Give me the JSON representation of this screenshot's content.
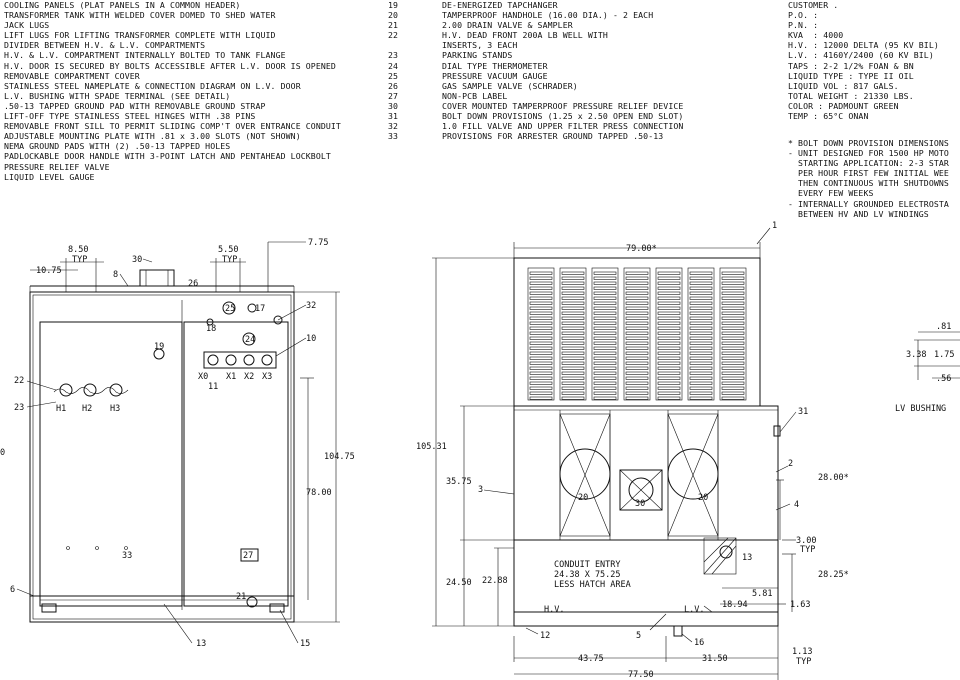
{
  "notes_left": [
    "COOLING PANELS (PLAT PANELS IN A COMMON HEADER)",
    "TRANSFORMER TANK WITH WELDED COVER DOMED TO SHED WATER",
    "JACK LUGS",
    "LIFT LUGS FOR LIFTING TRANSFORMER COMPLETE WITH LIQUID",
    "DIVIDER BETWEEN H.V. & L.V. COMPARTMENTS",
    "H.V. & L.V. COMPARTMENT INTERNALLY BOLTED TO TANK FLANGE",
    "H.V. DOOR IS SECURED BY BOLTS ACCESSIBLE AFTER L.V. DOOR IS OPENED",
    "REMOVABLE COMPARTMENT COVER",
    "STAINLESS STEEL NAMEPLATE & CONNECTION DIAGRAM ON L.V. DOOR",
    "L.V. BUSHING WITH SPADE TERMINAL (SEE DETAIL)",
    ".50-13 TAPPED GROUND PAD WITH REMOVABLE GROUND STRAP",
    "LIFT-OFF TYPE STAINLESS STEEL HINGES WITH .38 PINS",
    "REMOVABLE FRONT SILL TO PERMIT SLIDING COMP'T OVER ENTRANCE CONDUIT",
    "ADJUSTABLE MOUNTING PLATE WITH .81 x 3.00 SLOTS (NOT SHOWN)",
    "NEMA GROUND PADS WITH (2) .50-13 TAPPED HOLES",
    "PADLOCKABLE DOOR HANDLE WITH 3-POINT LATCH AND PENTAHEAD LOCKBOLT",
    "PRESSURE RELIEF VALVE",
    "LIQUID LEVEL GAUGE"
  ],
  "notes_mid": [
    {
      "num": "19",
      "text": "DE-ENERGIZED TAPCHANGER"
    },
    {
      "num": "20",
      "text": "TAMPERPROOF HANDHOLE (16.00 DIA.) - 2 EACH"
    },
    {
      "num": "21",
      "text": "2.00 DRAIN VALVE & SAMPLER"
    },
    {
      "num": "22",
      "text": "H.V. DEAD FRONT 200A LB WELL WITH"
    },
    {
      "num": "",
      "text": "INSERTS, 3 EACH"
    },
    {
      "num": "23",
      "text": "PARKING STANDS"
    },
    {
      "num": "24",
      "text": "DIAL TYPE THERMOMETER"
    },
    {
      "num": "25",
      "text": "PRESSURE VACUUM GAUGE"
    },
    {
      "num": "26",
      "text": "GAS SAMPLE VALVE (SCHRADER)"
    },
    {
      "num": "27",
      "text": "NON-PCB LABEL"
    },
    {
      "num": "30",
      "text": "COVER MOUNTED TAMPERPROOF PRESSURE RELIEF DEVICE"
    },
    {
      "num": "31",
      "text": "BOLT DOWN PROVISIONS (1.25 x 2.50 OPEN END SLOT)"
    },
    {
      "num": "32",
      "text": "1.0 FILL VALVE AND UPPER FILTER PRESS CONNECTION"
    },
    {
      "num": "33",
      "text": "PROVISIONS FOR ARRESTER GROUND TAPPED .50-13"
    }
  ],
  "specs": [
    "CUSTOMER .",
    "P.O. :",
    "P.N. :",
    "KVA  : 4000",
    "H.V. : 12000 DELTA (95 KV BIL)",
    "L.V. : 4160Y/2400 (60 KV BIL)",
    "TAPS : 2-2 1/2% FOAN & BN",
    "LIQUID TYPE : TYPE II OIL",
    "LIQUID VOL : 817 GALS.",
    "TOTAL WEIGHT : 21330 LBS.",
    "COLOR : PADMOUNT GREEN",
    "TEMP : 65°C ONAN"
  ],
  "remarks": [
    "* BOLT DOWN PROVISION DIMENSIONS",
    "- UNIT DESIGNED FOR 1500 HP MOTO",
    "  STARTING APPLICATION: 2-3 STAR",
    "  PER HOUR FIRST FEW INITIAL WEE",
    "  THEN CONTINUOUS WITH SHUTDOWNS",
    "  EVERY FEW WEEKS",
    "- INTERNALLY GROUNDED ELECTROSTA",
    "  BETWEEN HV AND LV WINDINGS"
  ],
  "front_view": {
    "dim_850": "8.50",
    "dim_850_typ": "TYP",
    "dim_550": "5.50",
    "dim_550_typ": "TYP",
    "dim_775": "7.75",
    "dim_1075": "10.75",
    "dim_10475": "104.75",
    "dim_7800": "78.00",
    "hv_bushings": [
      "H1",
      "H2",
      "H3"
    ],
    "lv_bushings": [
      "X0",
      "X1",
      "X2",
      "X3"
    ],
    "callouts": [
      "30",
      "8",
      "26",
      "25",
      "17",
      "32",
      "18",
      "24",
      "10",
      "19",
      "11",
      "22",
      "23",
      "33",
      "27",
      "6",
      "21",
      "13",
      "15"
    ],
    "left_edge_dim": "0"
  },
  "side_view": {
    "dim_7900": "79.00*",
    "dim_10531": "105.31",
    "dim_3575": "35.75",
    "dim_2450": "24.50",
    "dim_2288": "22.88",
    "dim_2800": "28.00*",
    "dim_2825": "28.25*",
    "dim_300": "3.00",
    "dim_300_typ": "TYP",
    "dim_581": "5.81",
    "dim_1894": "18.94",
    "dim_163": "1.63",
    "dim_4375": "43.75",
    "dim_3150": "31.50",
    "dim_7750": "77.50",
    "dim_113": "1.13",
    "dim_113_typ": "TYP",
    "handhole": [
      "20",
      "30",
      "20"
    ],
    "conduit": [
      "CONDUIT ENTRY",
      "24.38 X 75.25",
      "LESS HATCH AREA"
    ],
    "hv_label": "H.V.",
    "lv_label": "L.V.",
    "callouts": [
      "1",
      "31",
      "2",
      "3",
      "4",
      "13",
      "12",
      "5",
      "16"
    ]
  },
  "bushing_detail": {
    "dim_81": ".81",
    "dim_338": "3.38",
    "dim_175": "1.75",
    "dim_56": ".56",
    "title": "LV BUSHING"
  }
}
